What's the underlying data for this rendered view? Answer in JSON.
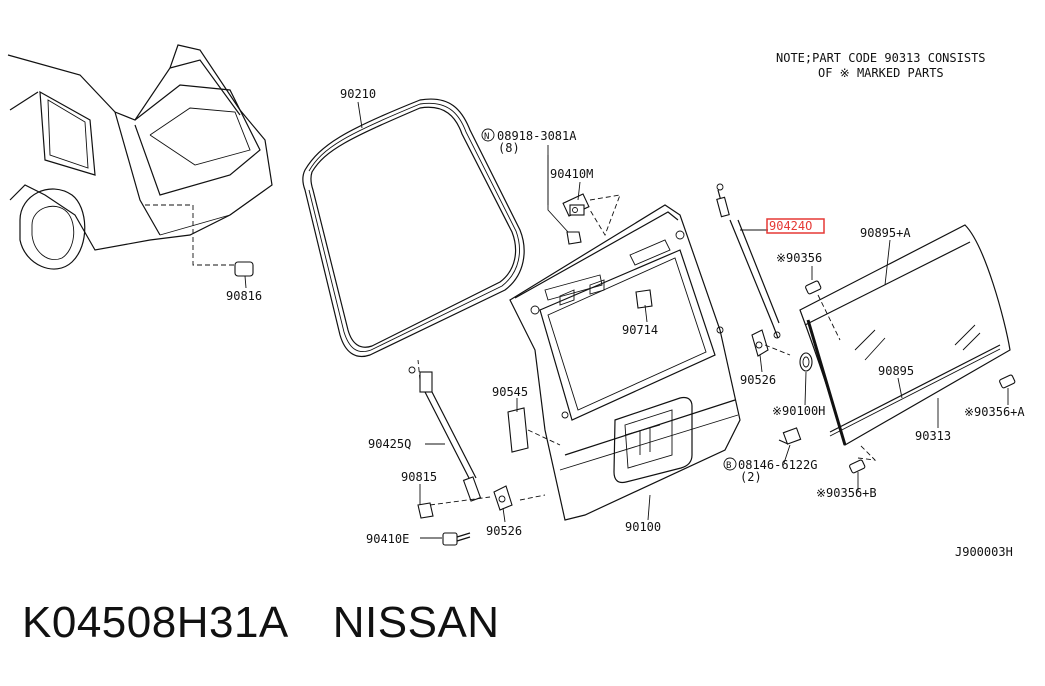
{
  "note": {
    "line1": "NOTE;PART CODE 90313 CONSISTS",
    "line2": "OF ※ MARKED PARTS"
  },
  "labels": {
    "p90210": "90210",
    "p08918": "08918-3081A",
    "p08918_qty": "(8)",
    "p90410M": "90410M",
    "p90424O": "90424O",
    "p90895A": "90895+A",
    "p90356": "※90356",
    "p90714": "90714",
    "p90526_r": "90526",
    "p90100H": "※90100H",
    "p90895": "90895",
    "p90313": "90313",
    "p90356A": "※90356+A",
    "p90816": "90816",
    "p90545": "90545",
    "p90425Q": "90425Q",
    "p90815": "90815",
    "p90410E": "90410E",
    "p90526_l": "90526",
    "p90100": "90100",
    "p08146": "08146-6122G",
    "p08146_qty": "(2)",
    "p90356B": "※90356+B",
    "diagram_code": "J900003H",
    "circle_n": "N",
    "circle_b": "B"
  },
  "footer": {
    "part_number": "K04508H31A",
    "brand": "NISSAN"
  },
  "colors": {
    "highlight": "#e53935",
    "ink": "#111111"
  }
}
